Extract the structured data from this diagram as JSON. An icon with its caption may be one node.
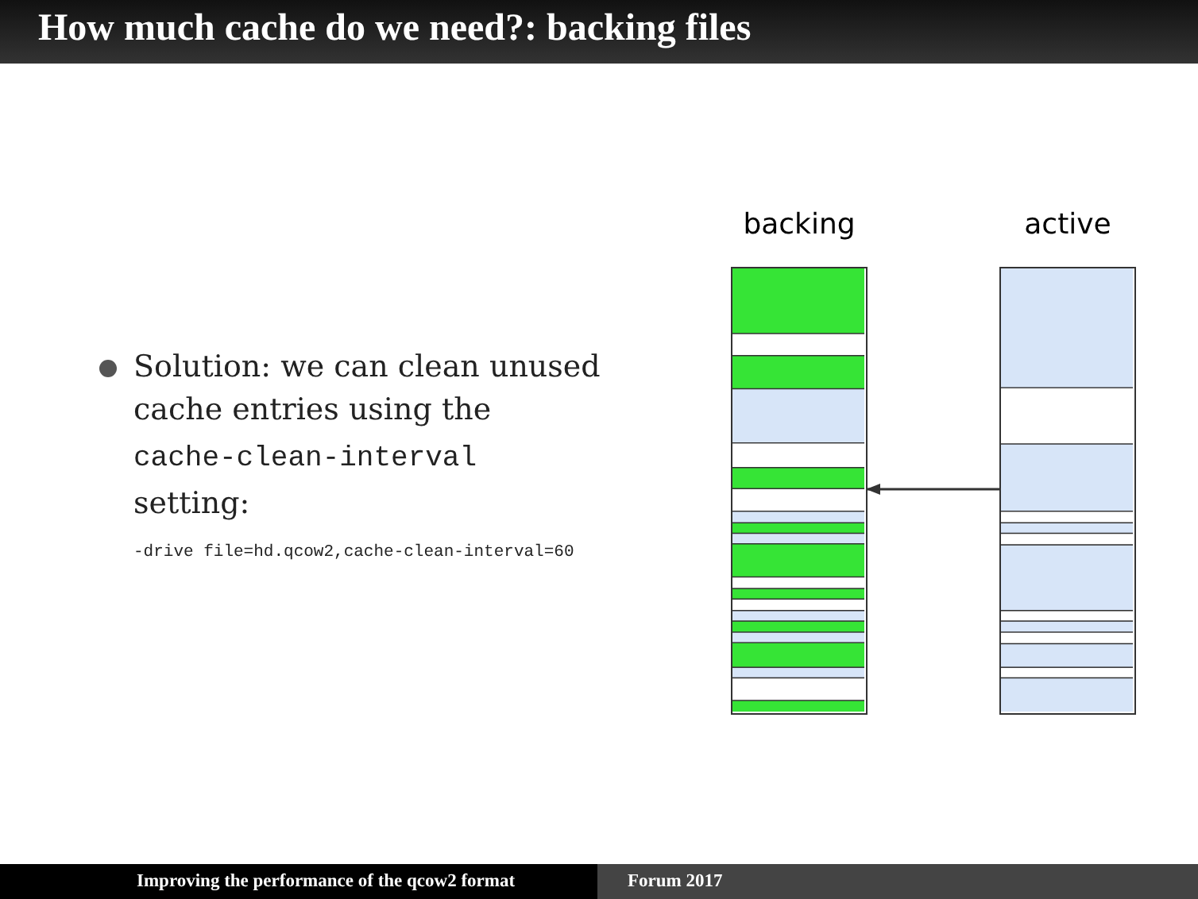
{
  "diagram": {
    "title": "How much cache do we need?: backing files",
    "nodes": [
      {
        "text": [
          "backing"
        ]
      },
      {
        "text": [
          "active"
        ]
      }
    ],
    "edges": [
      {
        "from": 1,
        "to": 0,
        "arrow": "to"
      }
    ],
    "labels": [
      "Solution: we can clean unused cache entries using the",
      "cache-clean-interval",
      "setting:",
      "-drive file=hd.qcow2,cache-clean-interval=60",
      "Improving the performance of the qcow2 format",
      "Forum 2017"
    ]
  }
}
